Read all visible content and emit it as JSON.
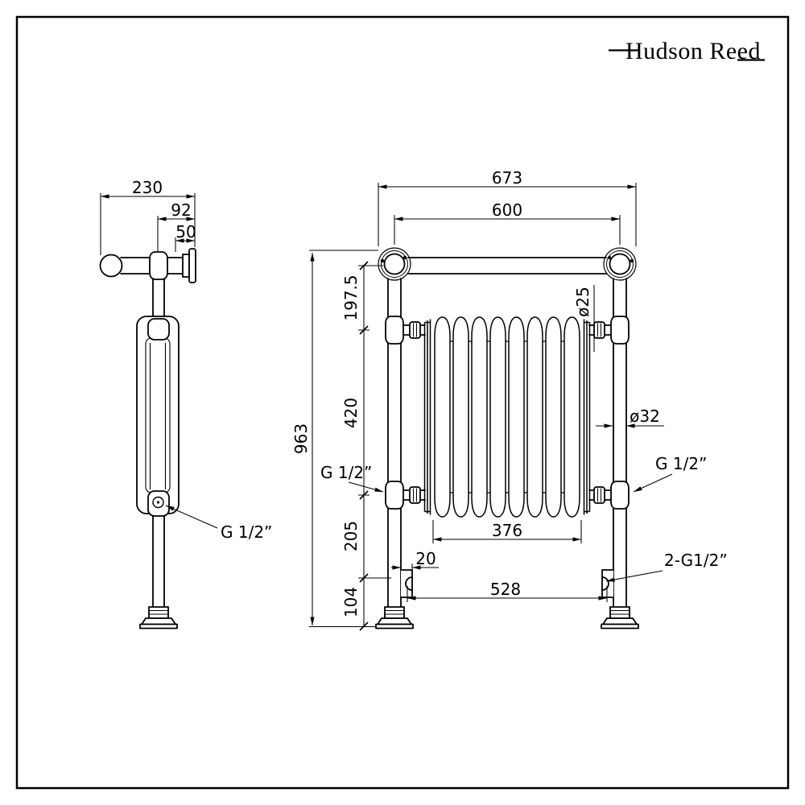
{
  "logo": {
    "text": "Hudson Reed"
  },
  "side_view": {
    "dim_overall_depth": "230",
    "dim_pipe_to_wall": "92",
    "dim_bracket_offset": "50",
    "label_connection": "G 1/2”"
  },
  "front_view": {
    "dim_overall_width": "673",
    "dim_rail_centres": "600",
    "dim_overall_height": "963",
    "dim_top_section": "197.5",
    "dim_radiator_height": "420",
    "dim_lower_section": "205",
    "dim_floor_section": "104",
    "dim_radiator_width": "376",
    "dim_inlet_offset": "20",
    "dim_inlet_centres": "528",
    "label_rail_diameter": "ø25",
    "label_tube_diameter": "ø32",
    "label_connection_left": "G 1/2”",
    "label_connection_right": "G 1/2”",
    "label_inlet_connections": "2-G1/2”"
  }
}
